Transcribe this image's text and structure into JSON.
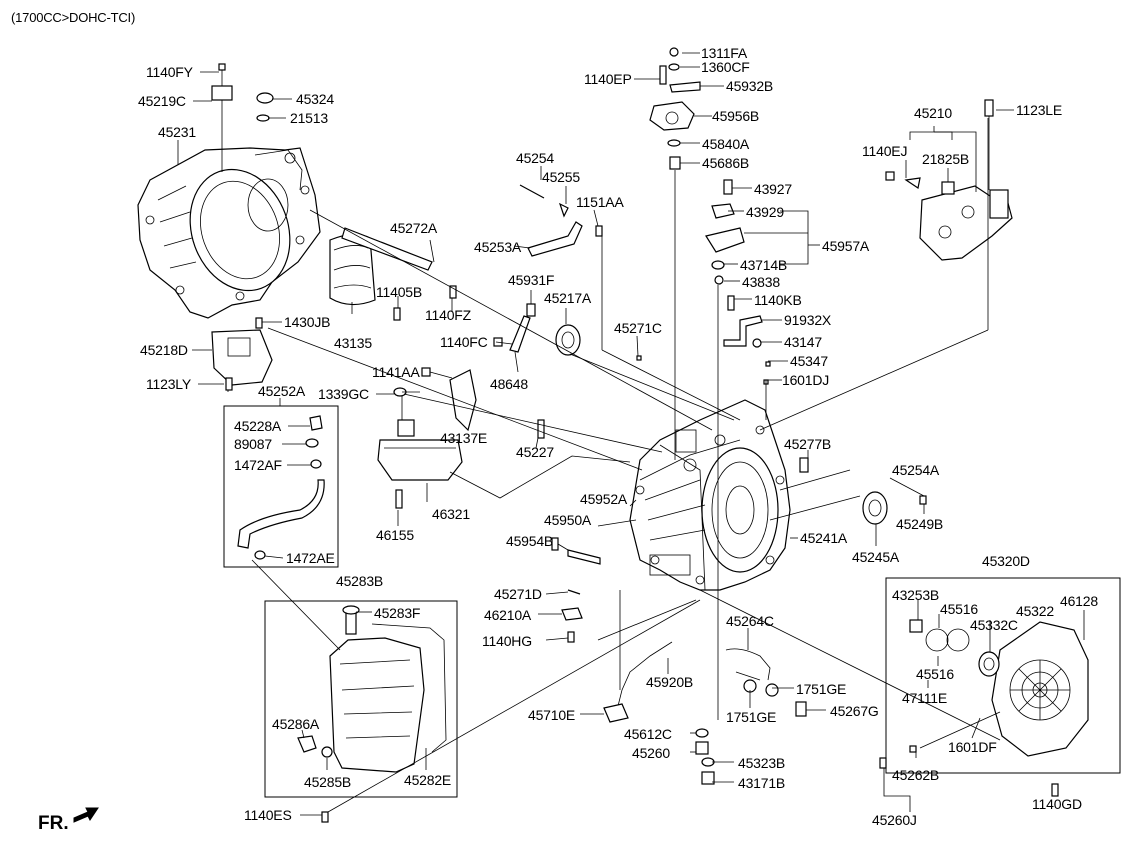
{
  "header": "(1700CC>DOHC-TCI)",
  "front_marker": "FR.",
  "part_labels": [
    "1140FY",
    "45219C",
    "45324",
    "21513",
    "45231",
    "45272A",
    "11405B",
    "1140FZ",
    "1430JB",
    "43135",
    "45218D",
    "1123LY",
    "45252A",
    "45228A",
    "89087",
    "1472AF",
    "1472AE",
    "1339GC",
    "43137E",
    "1141AA",
    "46321",
    "46155",
    "45227",
    "1311FA",
    "1360CF",
    "1140EP",
    "45932B",
    "45956B",
    "45840A",
    "45686B",
    "43927",
    "43929",
    "45957A",
    "43714B",
    "43838",
    "1140KB",
    "91932X",
    "43147",
    "45347",
    "1601DJ",
    "45254",
    "45255",
    "1151AA",
    "45253A",
    "45931F",
    "45217A",
    "45271C",
    "1140FC",
    "48648",
    "45210",
    "1123LE",
    "1140EJ",
    "21825B",
    "45277B",
    "45254A",
    "45249B",
    "45245A",
    "45241A",
    "45952A",
    "45950A",
    "45954B",
    "45271D",
    "46210A",
    "1140HG",
    "45264C",
    "45920B",
    "1751GE",
    "1751GE",
    "45267G",
    "45710E",
    "45612C",
    "45260",
    "45323B",
    "43171B",
    "45283B",
    "45283F",
    "45286A",
    "45285B",
    "45282E",
    "1140ES",
    "45320D",
    "43253B",
    "45516",
    "45322",
    "46128",
    "45332C",
    "45516",
    "47111E",
    "1601DF",
    "45262B",
    "45260J",
    "1140GD"
  ]
}
